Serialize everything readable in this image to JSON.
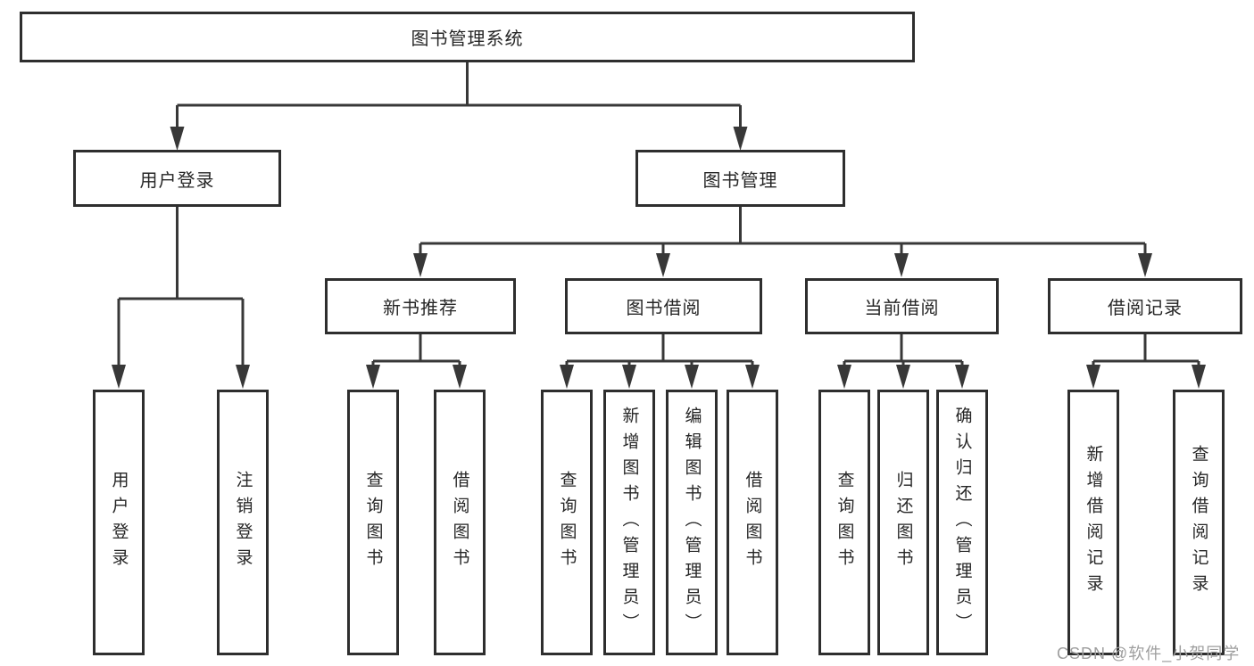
{
  "diagram": {
    "root": {
      "label": "图书管理系统"
    },
    "branches": [
      {
        "label": "用户登录",
        "children": [
          {
            "label": "用户登录"
          },
          {
            "label": "注销登录"
          }
        ]
      },
      {
        "label": "图书管理",
        "children": [
          {
            "label": "新书推荐",
            "children": [
              {
                "label": "查询图书"
              },
              {
                "label": "借阅图书"
              }
            ]
          },
          {
            "label": "图书借阅",
            "children": [
              {
                "label": "查询图书"
              },
              {
                "label": "新增图书（管理员）"
              },
              {
                "label": "编辑图书（管理员）"
              },
              {
                "label": "借阅图书"
              }
            ]
          },
          {
            "label": "当前借阅",
            "children": [
              {
                "label": "查询图书"
              },
              {
                "label": "归还图书"
              },
              {
                "label": "确认归还（管理员）"
              }
            ]
          },
          {
            "label": "借阅记录",
            "children": [
              {
                "label": "新增借阅记录"
              },
              {
                "label": "查询借阅记录"
              }
            ]
          }
        ]
      }
    ]
  },
  "watermark": {
    "text": "CSDN @软件_小贺同学"
  },
  "colors": {
    "line": "#383838",
    "box_border": "#2e2e2e",
    "text": "#262626",
    "watermark": "#9e9e9e",
    "background": "#ffffff"
  }
}
